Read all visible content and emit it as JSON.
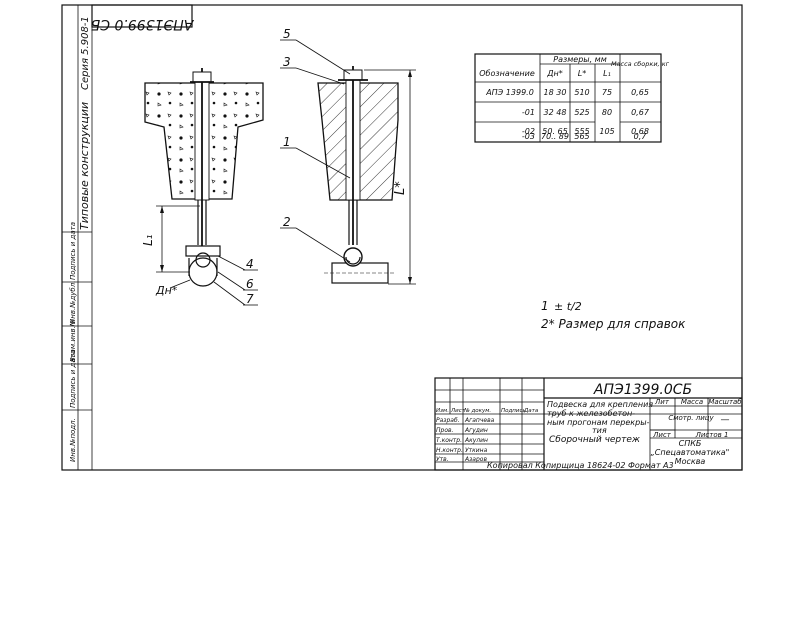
{
  "stamp_top": "АПЭ1399.0 СБ",
  "left_strip": {
    "series": "Серия 5.908-1",
    "typical": "Типовые конструкции",
    "cols": [
      "Инв.№подл.",
      "Подпись и дата",
      "Взам.инв.№",
      "Инв.№дубл.",
      "Подпись и дата"
    ]
  },
  "callouts": {
    "c1": "1",
    "c2": "2",
    "c3": "3",
    "c4": "4",
    "c5": "5",
    "c6": "6",
    "c7": "7"
  },
  "dims": {
    "l1": "L₁",
    "lstar": "L*",
    "dn": "Дн*"
  },
  "table": {
    "header_group_sizes": "Размеры, мм",
    "header_designation": "Обозначение",
    "header_dn": "Дн*",
    "header_l": "L*",
    "header_l1": "L₁",
    "header_mass": "Масса сборки, кг",
    "rows": [
      {
        "designation": "АПЭ 1399.0",
        "dn": "18  30",
        "l": "510",
        "l1": "75",
        "mass": "0,65"
      },
      {
        "designation": "-01",
        "dn": "32  48",
        "l": "525",
        "l1": "80",
        "mass": "0,67"
      },
      {
        "designation": "-02",
        "dn": "50.  65",
        "l": "555",
        "l1": "105",
        "mass": "0,68"
      },
      {
        "designation": "-03",
        "dn": "70..  89",
        "l": "565",
        "l1": "",
        "mass": "0,7"
      }
    ]
  },
  "notes": {
    "n1_prefix": "1",
    "n1_text": "± t/2",
    "n2": "2* Размер для справок"
  },
  "title_block": {
    "code": "АПЭ1399.0СБ",
    "title_l1": "Подвеска для крепления",
    "title_l2": "труб к железобетон-",
    "title_l3": "ным прогонам перекры-",
    "title_l4": "тия",
    "title_l5": "Сборочный чертеж",
    "lit": "Лит",
    "massa": "Масса",
    "masshtab": "Масштаб",
    "mass_value": "Смотр. лицу",
    "scale_value": "—",
    "list": "Лист",
    "listov": "Листов 1",
    "org1": "СПКБ",
    "org2": "„Спецавтоматика\"",
    "org3": "Москва",
    "sig_header": [
      "Изм.",
      "Лист",
      "№ докум.",
      "Подпись",
      "Дата"
    ],
    "sig_rows": [
      {
        "role": "Разраб.",
        "name": "Агапчева"
      },
      {
        "role": "Пров.",
        "name": "Агудин"
      },
      {
        "role": "Т.контр.",
        "name": "Акулин"
      },
      {
        "role": "Н.контр.",
        "name": "Уткина"
      },
      {
        "role": "Утв.",
        "name": "Азаров"
      }
    ]
  },
  "footer": "Копировал  Копирщица    18624-02     Формат А3"
}
